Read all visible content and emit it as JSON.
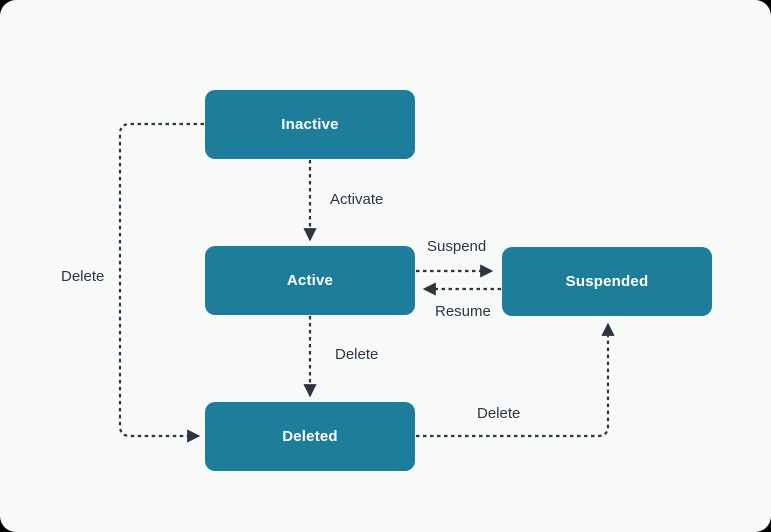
{
  "diagram": {
    "type": "state-diagram",
    "nodes": [
      {
        "id": "inactive",
        "label": "Inactive"
      },
      {
        "id": "active",
        "label": "Active"
      },
      {
        "id": "suspended",
        "label": "Suspended"
      },
      {
        "id": "deleted",
        "label": "Deleted"
      }
    ],
    "edges": [
      {
        "from": "inactive",
        "to": "active",
        "label": "Activate"
      },
      {
        "from": "active",
        "to": "suspended",
        "label": "Suspend"
      },
      {
        "from": "suspended",
        "to": "active",
        "label": "Resume"
      },
      {
        "from": "active",
        "to": "deleted",
        "label": "Delete"
      },
      {
        "from": "inactive",
        "to": "deleted",
        "label": "Delete"
      },
      {
        "from": "deleted",
        "to": "suspended",
        "label": "Delete"
      }
    ],
    "colors": {
      "node_fill": "#1e7d9b",
      "node_text": "#ffffff",
      "edge_line": "#2e3440",
      "edge_label_text": "#2e3440",
      "canvas_background": "#f8fafa",
      "outer_corner": "#000000"
    }
  }
}
